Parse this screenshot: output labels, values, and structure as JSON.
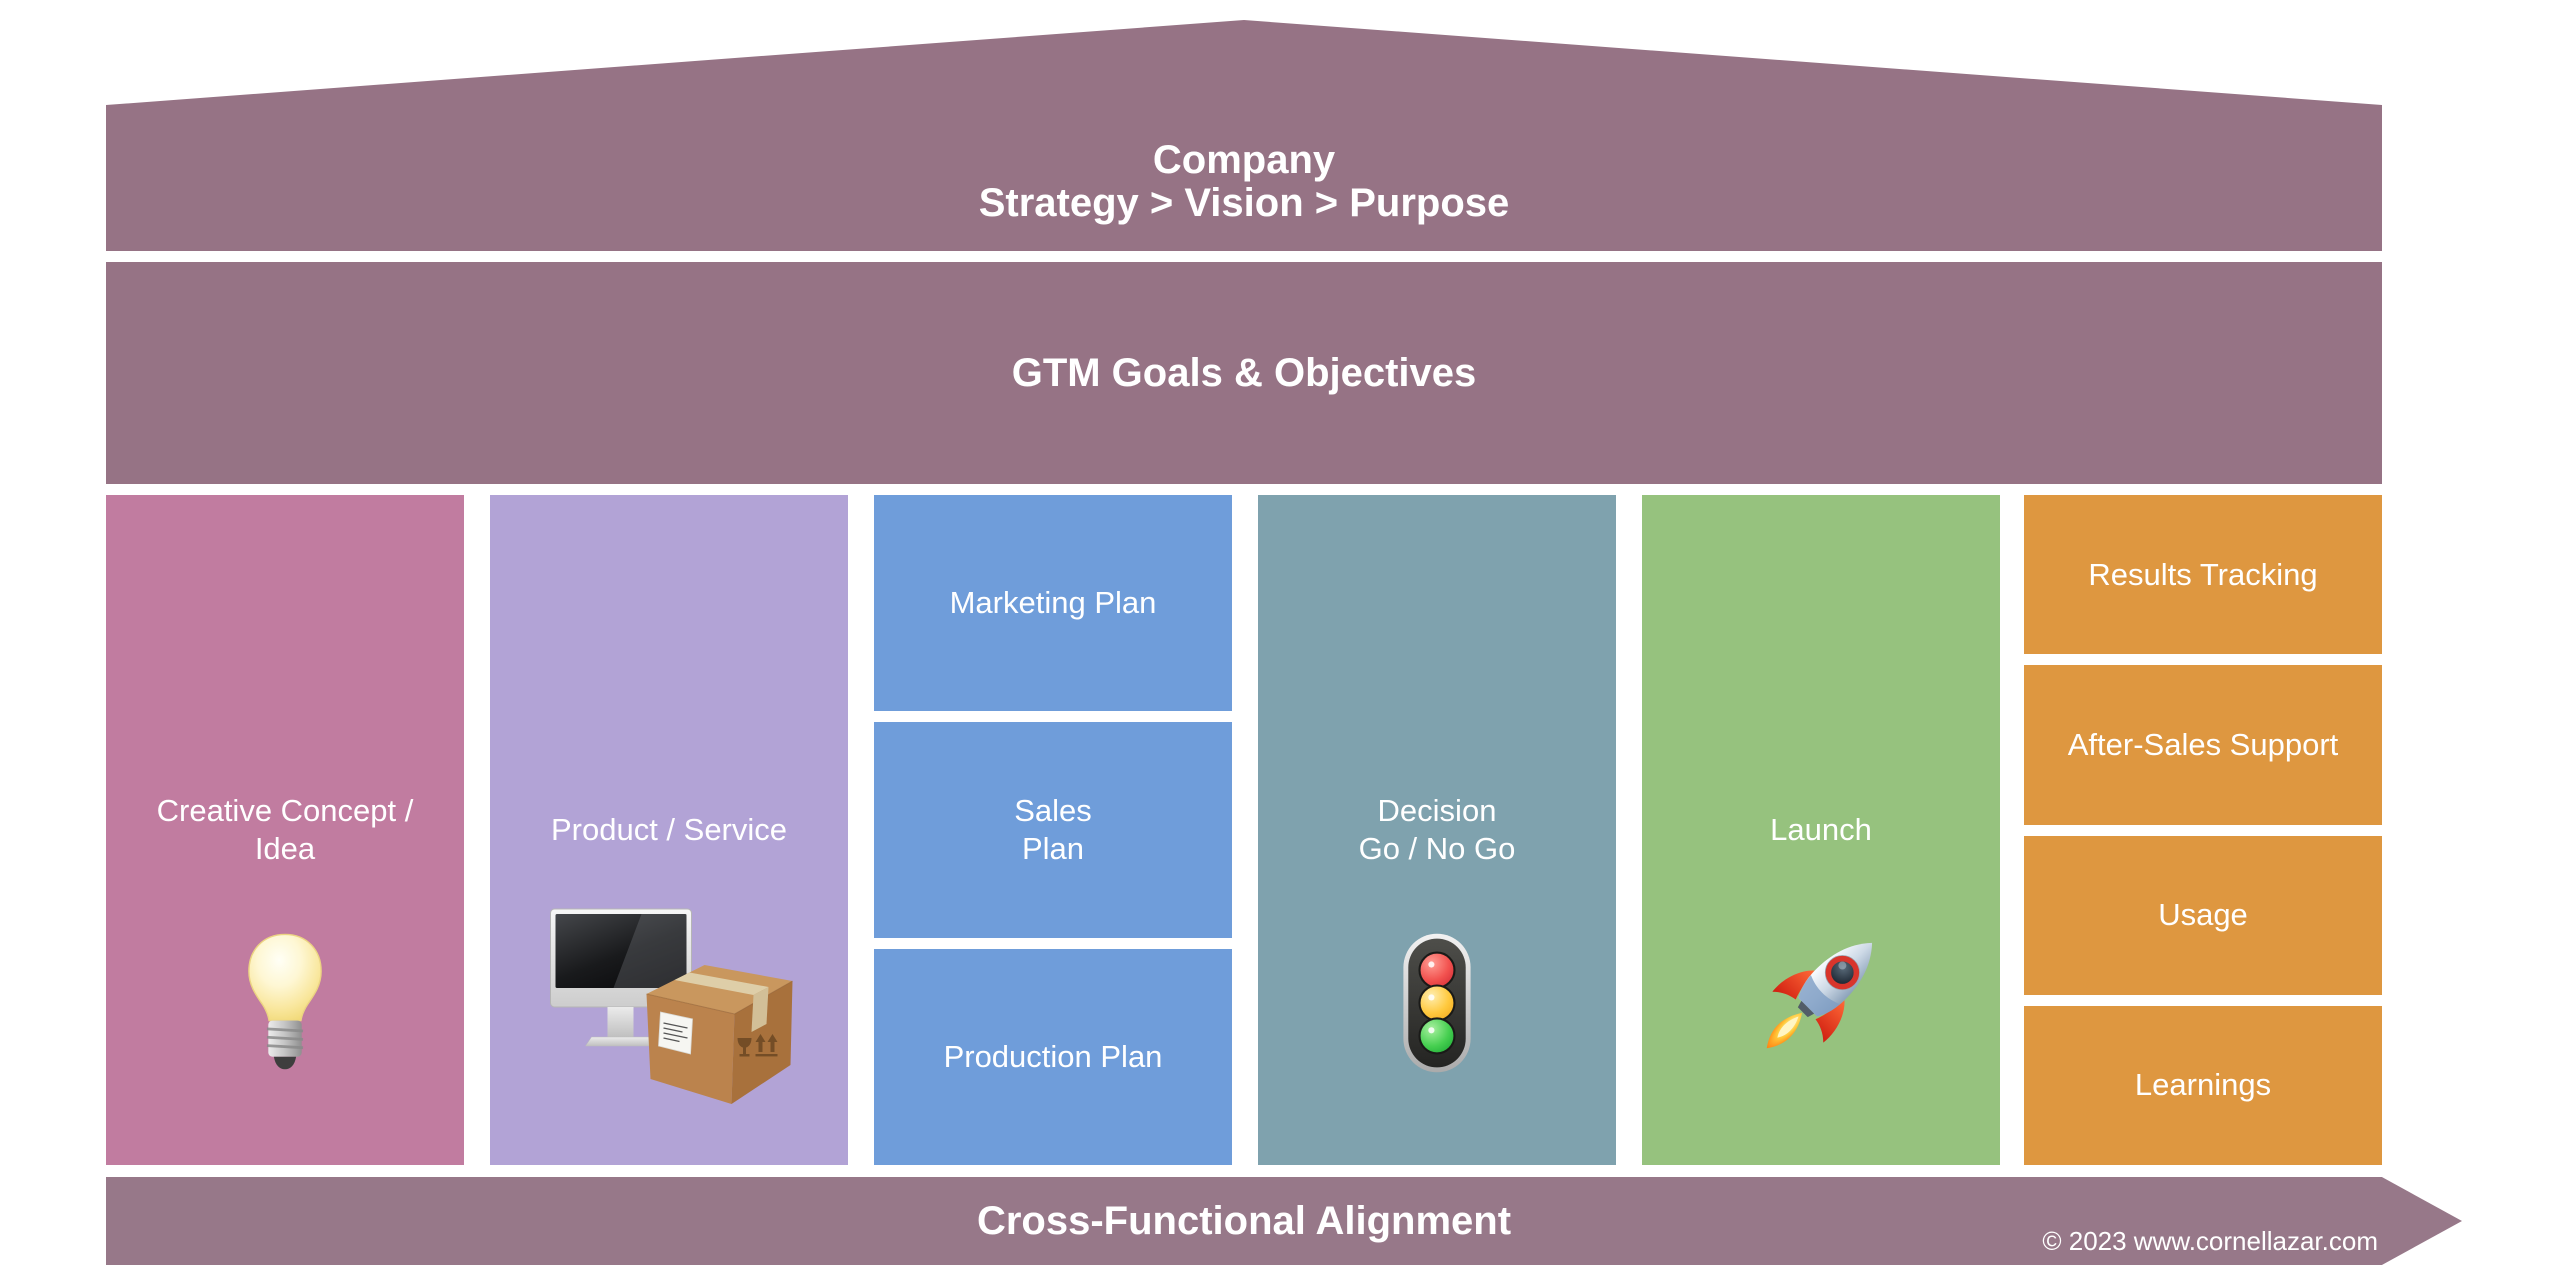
{
  "roof_banner": {
    "line1": "Company",
    "line2": "Strategy > Vision > Purpose",
    "color": "#967385",
    "text_color": "#FFFFFF"
  },
  "gtm_banner": {
    "label": "GTM Goals & Objectives",
    "color": "#967385"
  },
  "stages": {
    "creative": {
      "label": "Creative Concept /\nIdea",
      "color": "#C17CA0",
      "icon": "lightbulb-icon"
    },
    "product": {
      "label": "Product / Service",
      "color": "#B2A3D6",
      "icon": "computer-and-box-icon"
    },
    "plans": {
      "color": "#6F9DDA",
      "items": [
        {
          "label": "Marketing Plan"
        },
        {
          "label": "Sales\nPlan"
        },
        {
          "label": "Production Plan"
        }
      ]
    },
    "decision": {
      "label": "Decision\nGo / No Go",
      "color": "#7FA2AE",
      "icon": "traffic-light-icon"
    },
    "launch": {
      "label": "Launch",
      "color": "#96C27E",
      "icon": "rocket-icon"
    },
    "followup": {
      "color": "#DE9740",
      "items": [
        {
          "label": "Results Tracking"
        },
        {
          "label": "After-Sales Support"
        },
        {
          "label": "Usage"
        },
        {
          "label": "Learnings"
        }
      ]
    }
  },
  "footer_arrow": {
    "label": "Cross-Functional Alignment",
    "copyright": "© 2023 www.cornellazar.com",
    "color": "#977889"
  }
}
